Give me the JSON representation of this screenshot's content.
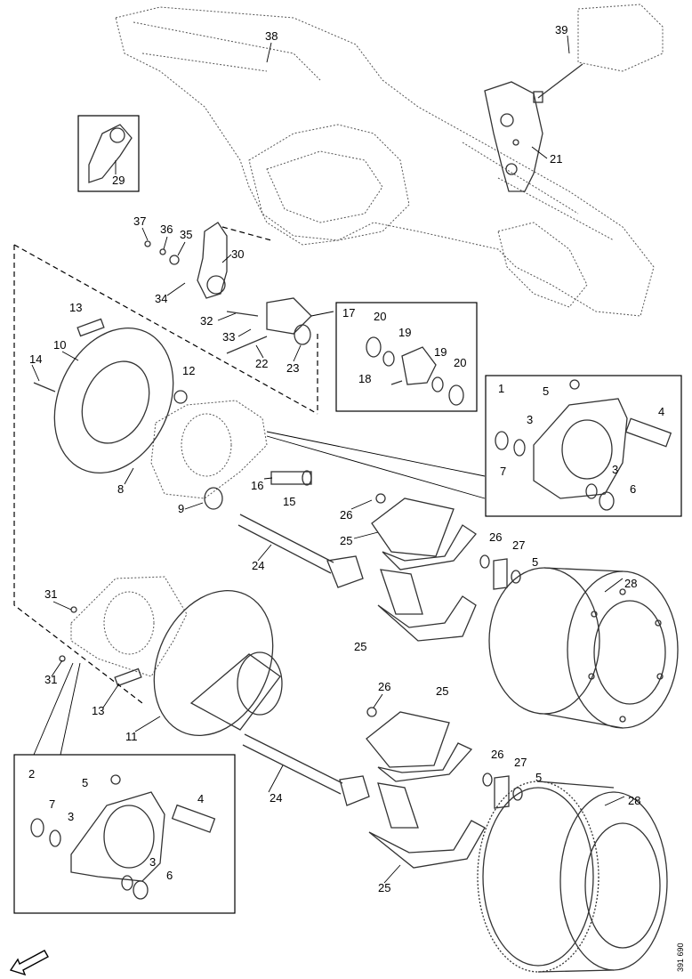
{
  "diagram": {
    "labels": {
      "n1": "1",
      "n2": "2",
      "n3a": "3",
      "n3b": "3",
      "n3c": "3",
      "n3d": "3",
      "n4a": "4",
      "n4b": "4",
      "n5a": "5",
      "n5b": "5",
      "n5c": "5",
      "n5d": "5",
      "n6a": "6",
      "n6b": "6",
      "n7a": "7",
      "n7b": "7",
      "n8": "8",
      "n9": "9",
      "n10": "10",
      "n11": "11",
      "n12": "12",
      "n13a": "13",
      "n13b": "13",
      "n14": "14",
      "n15": "15",
      "n16": "16",
      "n17": "17",
      "n18": "18",
      "n19a": "19",
      "n19b": "19",
      "n20a": "20",
      "n20b": "20",
      "n21": "21",
      "n22": "22",
      "n23": "23",
      "n24a": "24",
      "n24b": "24",
      "n25a": "25",
      "n25b": "25",
      "n25c": "25",
      "n25d": "25",
      "n26a": "26",
      "n26b": "26",
      "n26c": "26",
      "n26d": "26",
      "n27a": "27",
      "n27b": "27",
      "n28a": "28",
      "n28b": "28",
      "n29": "29",
      "n30": "30",
      "n31a": "31",
      "n31b": "31",
      "n32": "32",
      "n33": "33",
      "n34": "34",
      "n35": "35",
      "n36": "36",
      "n37": "37",
      "n38": "38",
      "n39": "39"
    },
    "side_code": "391 690",
    "icons": {
      "direction_arrow": "arrow-down-left-icon"
    }
  }
}
